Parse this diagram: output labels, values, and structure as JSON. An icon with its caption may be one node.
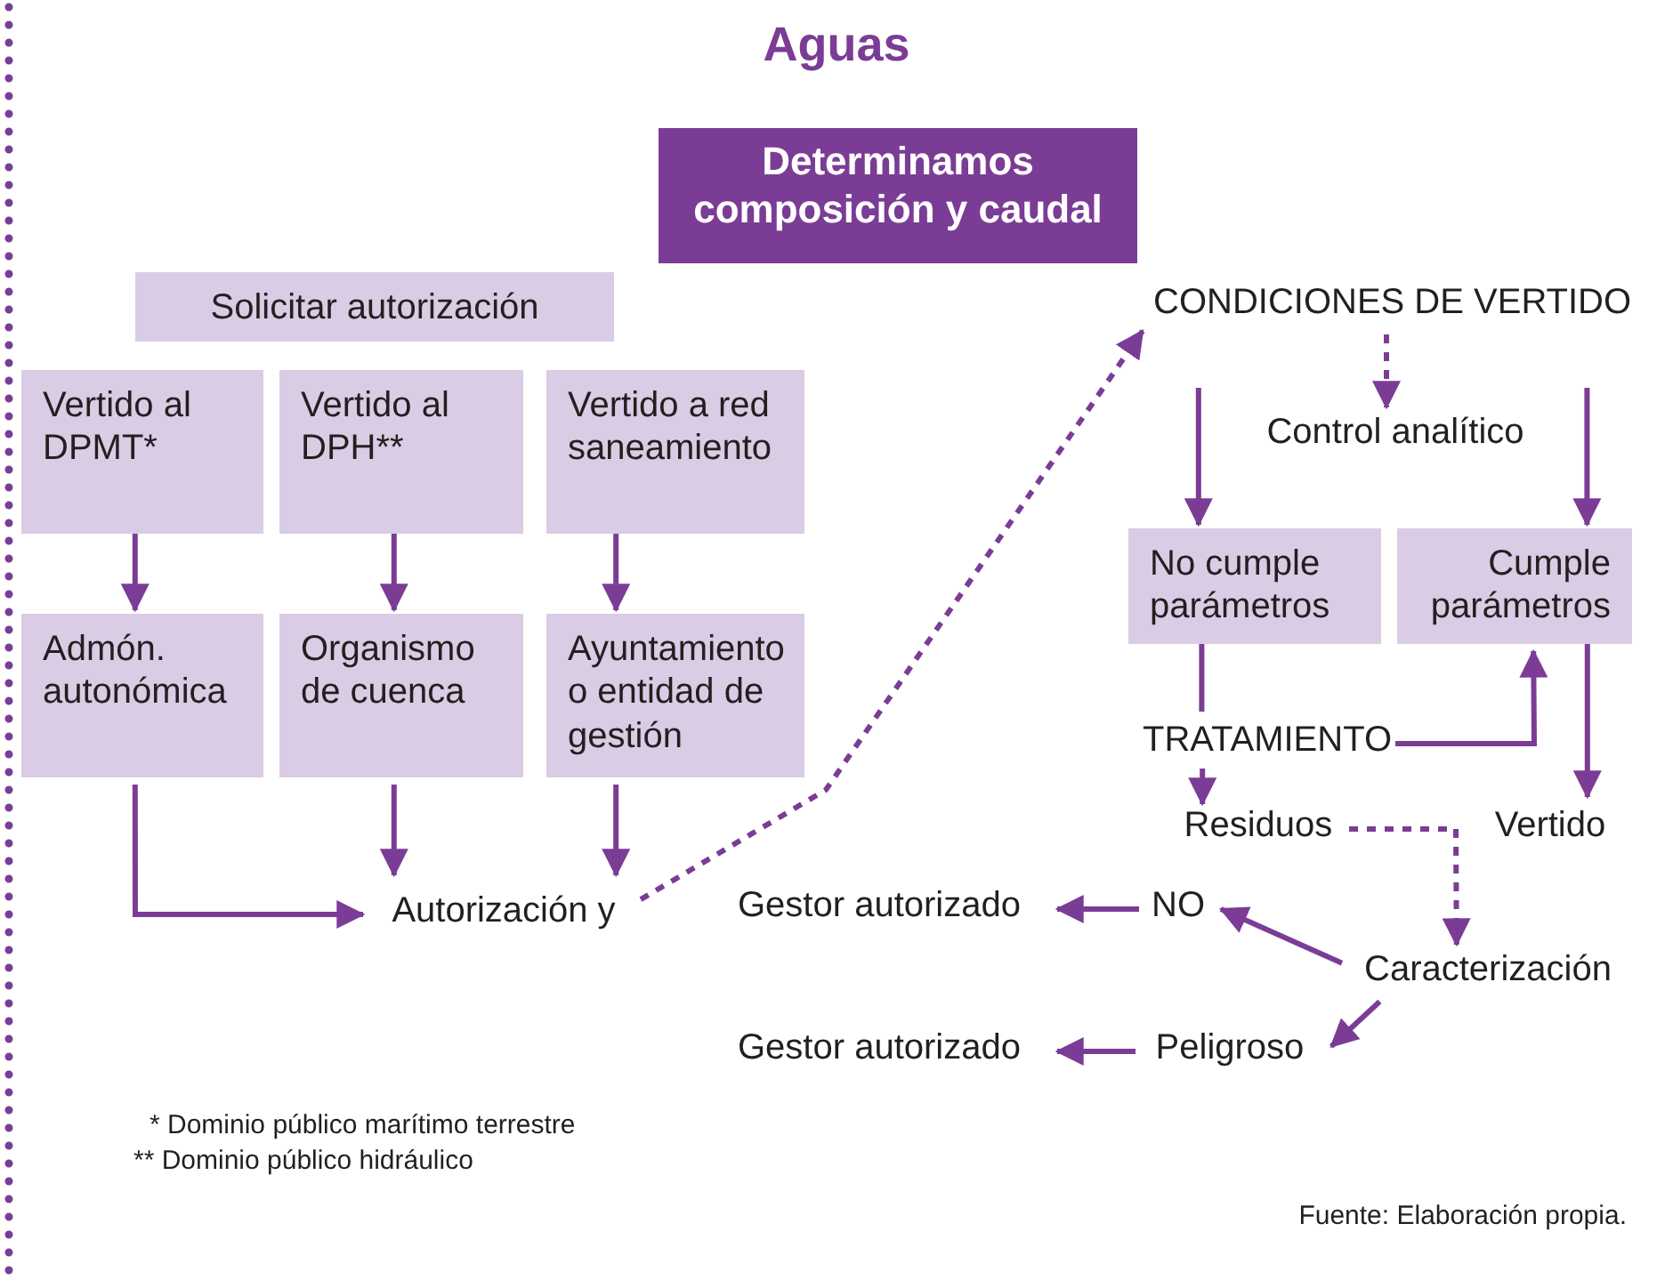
{
  "diagram": {
    "title": "Aguas",
    "caption": "Fuente: Elaboración propia.",
    "nodes": [
      {
        "text": [
          "Determinamos composición y caudal"
        ]
      },
      {
        "text": [
          "Solicitar autorización"
        ]
      },
      {
        "text": [
          "Vertido al DPMT*"
        ]
      },
      {
        "text": [
          "Vertido al DPH**"
        ]
      },
      {
        "text": [
          "Vertido a red saneamiento"
        ]
      },
      {
        "text": [
          "CONDICIONES DE VERTIDO"
        ]
      },
      {
        "text": [
          "Control analítico"
        ]
      },
      {
        "text": [
          "No cumple parámetros"
        ]
      },
      {
        "text": [
          "Cumple parámetros"
        ]
      },
      {
        "text": [
          "Admón. autonómica"
        ]
      },
      {
        "text": [
          "Organismo de cuenca"
        ]
      },
      {
        "text": [
          "Ayuntamiento o entidad de gestión"
        ]
      },
      {
        "text": [
          "TRATAMIENTO"
        ]
      },
      {
        "text": [
          "Residuos"
        ]
      },
      {
        "text": [
          "Vertido"
        ]
      },
      {
        "text": [
          "Autorización y"
        ]
      },
      {
        "text": [
          "Gestor autorizado"
        ]
      },
      {
        "text": [
          "NO"
        ]
      },
      {
        "text": [
          "Caracterización"
        ]
      },
      {
        "text": [
          "Gestor autorizado"
        ]
      },
      {
        "text": [
          "Peligroso"
        ]
      }
    ],
    "edges": [
      {
        "from": 2,
        "to": 9,
        "arrow": "to"
      },
      {
        "from": 3,
        "to": 10,
        "arrow": "to"
      },
      {
        "from": 4,
        "to": 11,
        "arrow": "to"
      },
      {
        "from": 9,
        "to": 15,
        "arrow": "to"
      },
      {
        "from": 10,
        "to": 15,
        "arrow": "to"
      },
      {
        "from": 11,
        "to": 15,
        "arrow": "to"
      },
      {
        "from": 15,
        "to": 5,
        "arrow": "to",
        "style": "dashed"
      },
      {
        "from": 5,
        "to": 6,
        "arrow": "to",
        "style": "dashed"
      },
      {
        "from": 5,
        "to": 7,
        "arrow": "to"
      },
      {
        "from": 5,
        "to": 8,
        "arrow": "to"
      },
      {
        "from": 7,
        "to": 12,
        "arrow": "none"
      },
      {
        "from": 12,
        "to": 8,
        "arrow": "to"
      },
      {
        "from": 12,
        "to": 13,
        "arrow": "to"
      },
      {
        "from": 8,
        "to": 14,
        "arrow": "to"
      },
      {
        "from": 13,
        "to": 18,
        "arrow": "to",
        "style": "dashed"
      },
      {
        "from": 18,
        "to": 17,
        "arrow": "to"
      },
      {
        "from": 18,
        "to": 20,
        "arrow": "to"
      },
      {
        "from": 17,
        "to": 16,
        "arrow": "to"
      },
      {
        "from": 20,
        "to": 19,
        "arrow": "to"
      }
    ],
    "labels": [
      "* Dominio público marítimo terrestre",
      "** Dominio público hidráulico"
    ]
  }
}
